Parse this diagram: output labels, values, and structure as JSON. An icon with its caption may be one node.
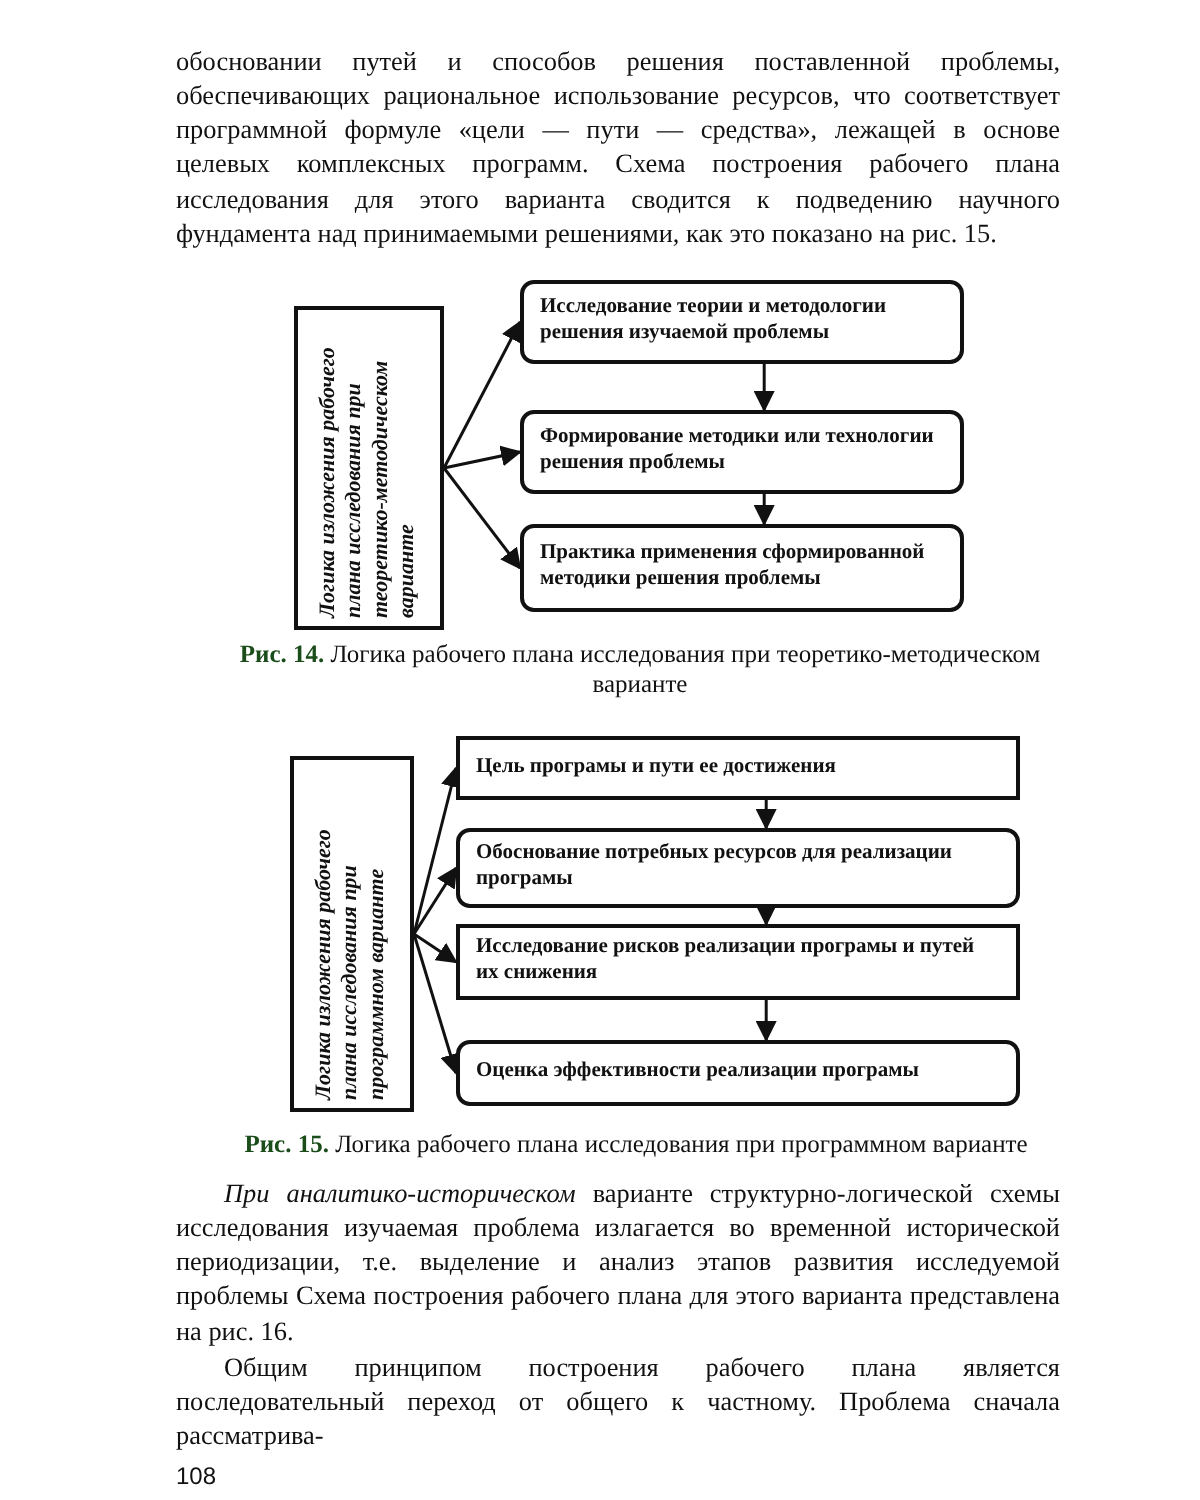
{
  "diagram": {
    "nodes": [
      {
        "text": [
          "Логика изложения рабочего плана исследования при теоретико-методическом варианте"
        ]
      },
      {
        "text": [
          "Исследование теории и методологии решения изучаемой проблемы"
        ]
      },
      {
        "text": [
          "Формирование методики или технологии решения проблемы"
        ]
      },
      {
        "text": [
          "Практика применения сформированной методики решения проблемы"
        ]
      },
      {
        "text": [
          "Логика изложения рабочего плана исследования при программном варианте"
        ]
      },
      {
        "text": [
          "Цель програмы и пути ее достижения"
        ]
      },
      {
        "text": [
          "Обоснование потребных ресурсов для реализации програмы"
        ]
      },
      {
        "text": [
          "Исследование рисков реализации програмы и путей их снижения"
        ]
      },
      {
        "text": [
          "Оценка эффективности реализации програмы"
        ]
      }
    ],
    "edges": [
      {
        "from": 0,
        "to": 1,
        "arrow": "to"
      },
      {
        "from": 0,
        "to": 2,
        "arrow": "to"
      },
      {
        "from": 0,
        "to": 3,
        "arrow": "to"
      },
      {
        "from": 1,
        "to": 2,
        "arrow": "to"
      },
      {
        "from": 2,
        "to": 3,
        "arrow": "to"
      },
      {
        "from": 4,
        "to": 5,
        "arrow": "to"
      },
      {
        "from": 4,
        "to": 6,
        "arrow": "to"
      },
      {
        "from": 4,
        "to": 7,
        "arrow": "to"
      },
      {
        "from": 4,
        "to": 8,
        "arrow": "to"
      },
      {
        "from": 5,
        "to": 6,
        "arrow": "to"
      },
      {
        "from": 6,
        "to": 7,
        "arrow": "to"
      },
      {
        "from": 7,
        "to": 8,
        "arrow": "to"
      }
    ],
    "labels": [
      "обосновании путей и способов решения поставленной проблемы, обеспечивающих рациональное использование ресурсов, что соответствует программной формуле «цели — пути — средства», лежащей в основе целевых комплексных программ. Схема построения рабочего плана исследования для этого варианта сводится к подведению научного фундамента над принимаемыми решениями, как это показано на рис. 15.",
      "**Рис. 14.** Логика рабочего плана исследования при теоретико-методическом варианте",
      "**Рис. 15.** Логика рабочего плана исследования при программном варианте",
      "*При аналитико-историческом* варианте структурно-логической схемы исследования изучаемая проблема излагается во временной исторической периодизации, т.е. выделение и анализ этапов развития исследуемой проблемы Схема построения рабочего плана для этого варианта представлена на рис. 16.",
      "Общим принципом построения рабочего плана является последовательный переход от общего к частному. Проблема сначала рассматрива-",
      "108"
    ]
  }
}
